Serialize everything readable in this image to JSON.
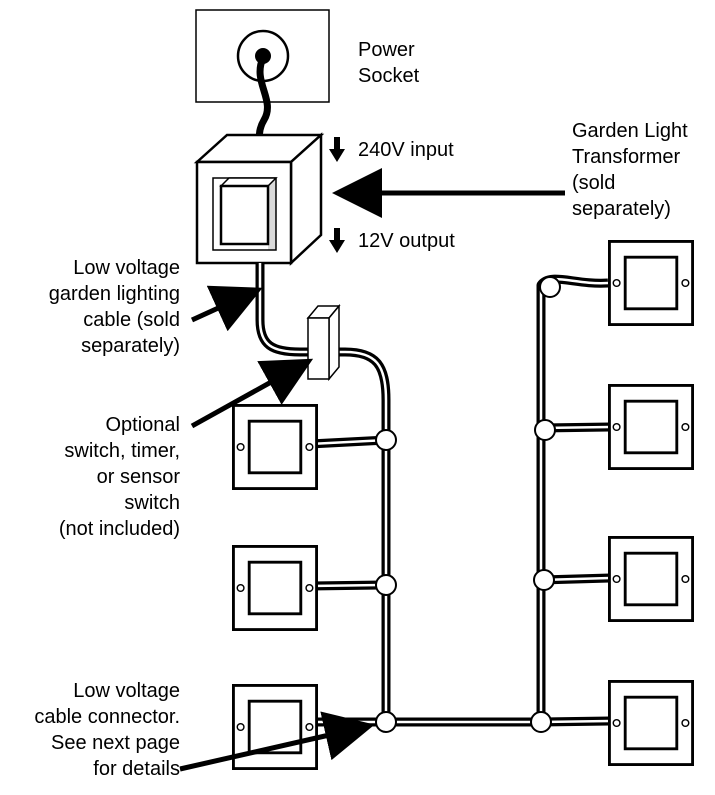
{
  "labels": {
    "power_socket": [
      "Power",
      "Socket"
    ],
    "input": "240V input",
    "output": "12V output",
    "transformer": [
      "Garden Light",
      "Transformer",
      "(sold",
      "separately)"
    ],
    "cable": [
      "Low voltage",
      "garden lighting",
      "cable (sold",
      "separately)"
    ],
    "switch": [
      "Optional",
      "switch, timer,",
      "or sensor",
      "switch",
      "(not included)"
    ],
    "connector": [
      "Low voltage",
      "cable connector.",
      "See  next page",
      "for details"
    ]
  },
  "colors": {
    "line": "#000000",
    "background": "#ffffff"
  }
}
